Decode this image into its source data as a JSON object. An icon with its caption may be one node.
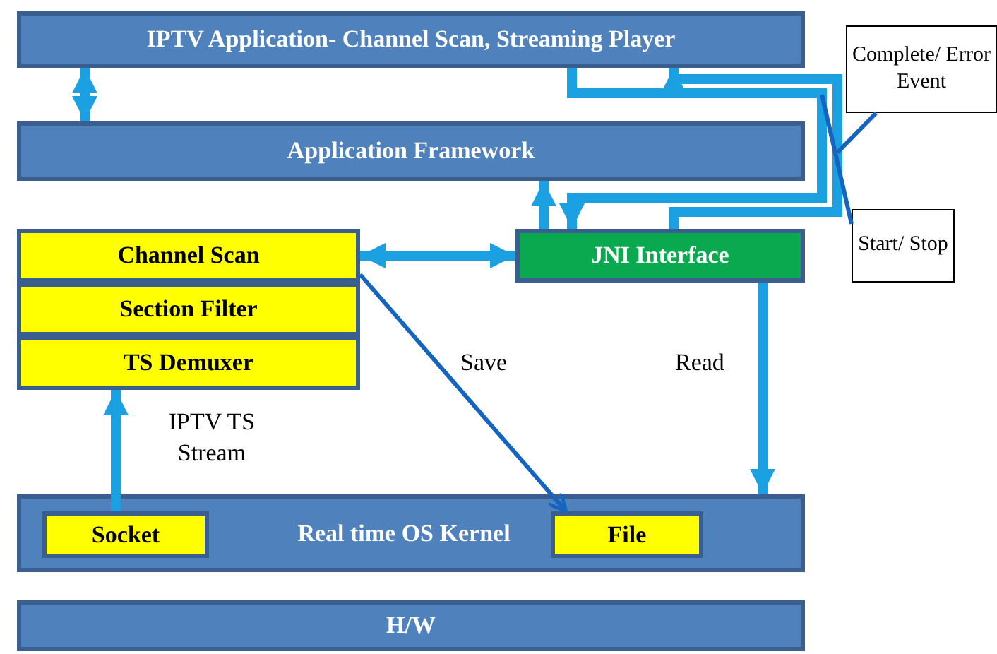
{
  "diagram": {
    "nodes": [
      {
        "text": [
          "IPTV  Application- Channel Scan, Streaming Player"
        ]
      },
      {
        "text": [
          "Complete/ Error Event"
        ]
      },
      {
        "text": [
          "Application Framework"
        ]
      },
      {
        "text": [
          "Channel Scan"
        ]
      },
      {
        "text": [
          "Section Filter"
        ]
      },
      {
        "text": [
          "TS Demuxer"
        ]
      },
      {
        "text": [
          "JNI Interface"
        ]
      },
      {
        "text": [
          "Start/ Stop"
        ]
      },
      {
        "text": [
          "Real time OS Kernel"
        ]
      },
      {
        "text": [
          "Socket"
        ],
        "in": 8
      },
      {
        "text": [
          "File"
        ],
        "in": 8
      },
      {
        "text": [
          "H/W"
        ]
      }
    ],
    "edges": [
      {
        "from": 0,
        "to": 6,
        "arrow": "to"
      },
      {
        "from": 6,
        "to": 0,
        "arrow": "to"
      },
      {
        "from": 0,
        "to": 2,
        "arrow": "both"
      },
      {
        "from": 6,
        "to": 2,
        "arrow": "to"
      },
      {
        "from": 6,
        "to": 8,
        "arrow": "to",
        "label": "Read"
      },
      {
        "from": 3,
        "to": 6,
        "arrow": "both"
      },
      {
        "from": 3,
        "to": 10,
        "arrow": "to",
        "label": "Save",
        "color": "#1565c0"
      },
      {
        "from": 9,
        "to": 5,
        "arrow": "to",
        "label": "IPTV TS Stream"
      },
      {
        "from": 1,
        "to": null,
        "arrow": "none",
        "color": "#1565c0"
      },
      {
        "from": 7,
        "to": null,
        "arrow": "none",
        "color": "#1565c0"
      }
    ]
  }
}
